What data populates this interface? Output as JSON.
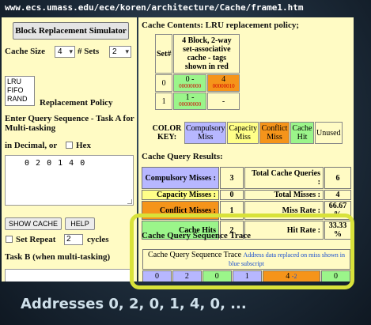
{
  "url": "www.ecs.umass.edu/ece/koren/architecture/Cache/frame1.htm",
  "left": {
    "title": "Block Replacement Simulator",
    "cache_size_label": "Cache Size",
    "cache_size_value": "4",
    "sets_label": "# Sets",
    "sets_value": "2",
    "policies": [
      "LRU",
      "FIFO",
      "RAND"
    ],
    "policy_label": "Replacement Policy",
    "sequence_label": "Enter Query Sequence - Task A for Multi-tasking",
    "decimal_label": "in Decimal, or",
    "hex_label": "Hex",
    "sequence_value": "0 2 0 1 4 0",
    "show_cache_button": "SHOW CACHE",
    "help_button": "HELP",
    "repeat_label": "Set Repeat",
    "repeat_value": "2",
    "cycles_label": "cycles",
    "task_b_label": "Task B (when multi-tasking)"
  },
  "right": {
    "contents_title": "Cache Contents: LRU replacement policy;",
    "set_header": "Set#",
    "desc_header": "4 Block, 2-way set-associative cache - tags shown in red",
    "rows": [
      {
        "set": "0",
        "cells": [
          {
            "top": "0 -",
            "sub": "00000000",
            "color": "#9bf58a"
          },
          {
            "top": "4",
            "sub": "00000010",
            "color": "#f5941a"
          }
        ]
      },
      {
        "set": "1",
        "cells": [
          {
            "top": "1 -",
            "sub": "00000000",
            "color": "#9bf58a"
          },
          {
            "top": "-",
            "sub": "",
            "color": "#fffbc4"
          }
        ]
      }
    ],
    "key_title": "COLOR KEY:",
    "key_items": [
      {
        "label": "Compulsory Miss",
        "color": "#b7b7ff"
      },
      {
        "label": "Capacity Miss",
        "color": "#ffff88"
      },
      {
        "label": "Conflict Miss",
        "color": "#f5941a"
      },
      {
        "label": "Cache Hit",
        "color": "#9bf58a"
      },
      {
        "label": "Unused",
        "color": "#fffbc4"
      }
    ],
    "results_title": "Cache Query Results:",
    "results": [
      {
        "label": "Compulsory Misses :",
        "value": "3",
        "label2": "Total Cache Queries :",
        "value2": "6",
        "color": "#b7b7ff"
      },
      {
        "label": "Capacity Misses :",
        "value": "0",
        "label2": "Total Misses :",
        "value2": "4",
        "color": "#ffff88"
      },
      {
        "label": "Conflict Misses :",
        "value": "1",
        "label2": "Miss Rate :",
        "value2": "66.67 %",
        "color": "#f5941a"
      },
      {
        "label": "Cache Hits",
        "value": "2",
        "label2": "Hit Rate :",
        "value2": "33.33 %",
        "color": "#9bf58a"
      }
    ],
    "trace_title": "Cache Query Sequence Trace",
    "trace_header": "Cache Query Sequence Trace",
    "trace_note": "Address data replaced on miss shown in blue subscript",
    "trace": [
      {
        "value": "0",
        "sub": "",
        "color": "#b7b7ff"
      },
      {
        "value": "2",
        "sub": "",
        "color": "#b7b7ff"
      },
      {
        "value": "0",
        "sub": "",
        "color": "#9bf58a"
      },
      {
        "value": "1",
        "sub": "",
        "color": "#b7b7ff"
      },
      {
        "value": "4",
        "sub": "2",
        "color": "#f5941a"
      },
      {
        "value": "0",
        "sub": "",
        "color": "#9bf58a"
      }
    ]
  },
  "caption": "Addresses 0, 2, 0, 1, 4, 0, ..."
}
